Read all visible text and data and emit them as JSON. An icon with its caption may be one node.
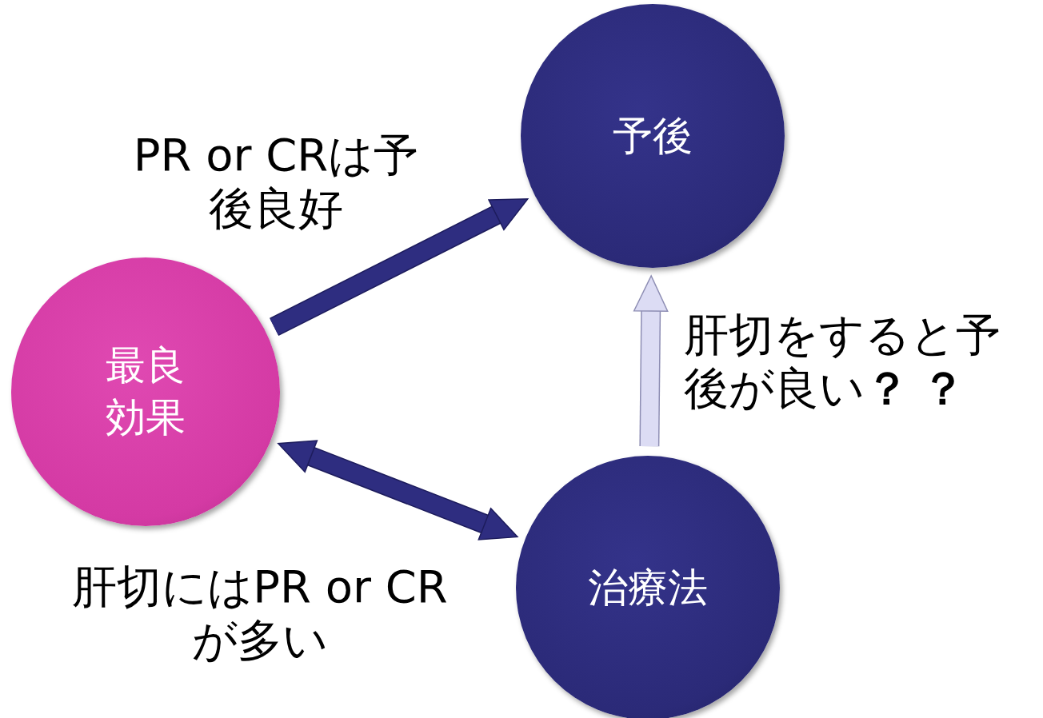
{
  "diagram": {
    "nodes": [
      {
        "text": [
          "最良効果"
        ]
      },
      {
        "text": [
          "予後"
        ]
      },
      {
        "text": [
          "治療法"
        ]
      }
    ],
    "edges": [
      {
        "from": 0,
        "to": 1,
        "arrow": "to",
        "label": "PR or CRは予後良好"
      },
      {
        "from": 2,
        "to": 1,
        "arrow": "to",
        "label": "肝切をすると予後が良い**？？**",
        "color": "#dcdcf4"
      },
      {
        "from": 0,
        "to": 2,
        "arrow": "both",
        "label": "肝切にはPR or CRが多い"
      }
    ]
  }
}
